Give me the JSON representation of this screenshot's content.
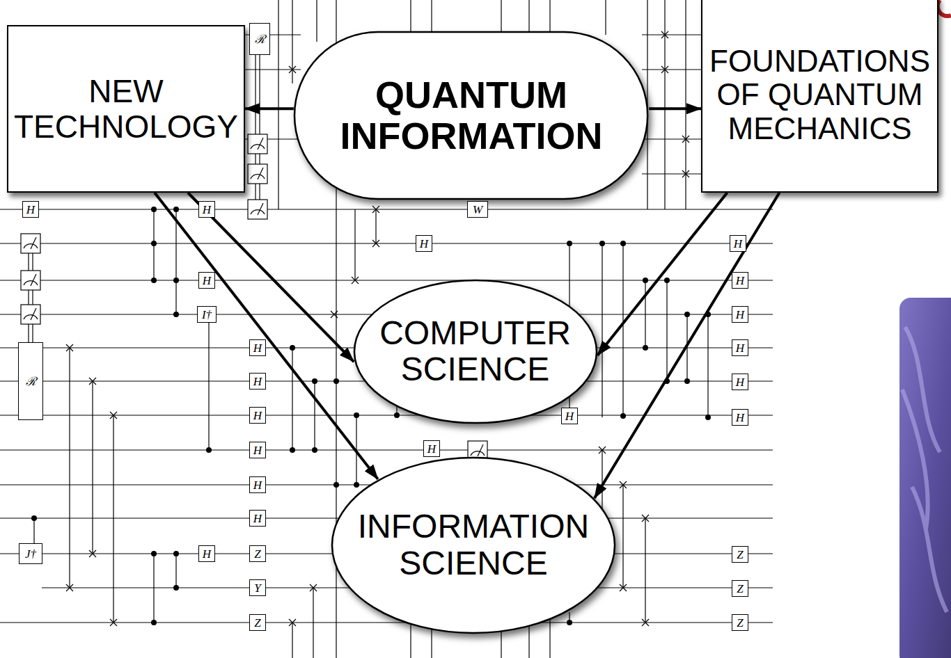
{
  "diagram": {
    "nodes": [
      {
        "text": [
          "NEW TECHNOLOGY"
        ]
      },
      {
        "text": [
          "QUANTUM INFORMATION"
        ]
      },
      {
        "text": [
          "FOUNDATIONS OF QUANTUM MECHANICS"
        ]
      },
      {
        "text": [
          "COMPUTER SCIENCE"
        ]
      },
      {
        "text": [
          "INFORMATION SCIENCE"
        ]
      }
    ],
    "edges": [
      {
        "from": 1,
        "to": 0,
        "arrow": "to"
      },
      {
        "from": 1,
        "to": 2,
        "arrow": "to"
      },
      {
        "from": 0,
        "to": 4,
        "arrow": "to"
      },
      {
        "from": 0,
        "to": 3,
        "arrow": "to"
      },
      {
        "from": 2,
        "to": 3,
        "arrow": "to"
      },
      {
        "from": 2,
        "to": 4,
        "arrow": "to"
      }
    ],
    "labels": [
      "ℛ",
      "H",
      "H",
      "W",
      "H",
      "H",
      "H",
      "H",
      "I†",
      "H",
      "H",
      "H",
      "ℛ",
      "H",
      "H",
      "H",
      "H",
      "H",
      "H",
      "H",
      "H",
      "H",
      "J†",
      "H",
      "Z",
      "Z",
      "Y",
      "Z",
      "Z",
      "Z"
    ]
  }
}
